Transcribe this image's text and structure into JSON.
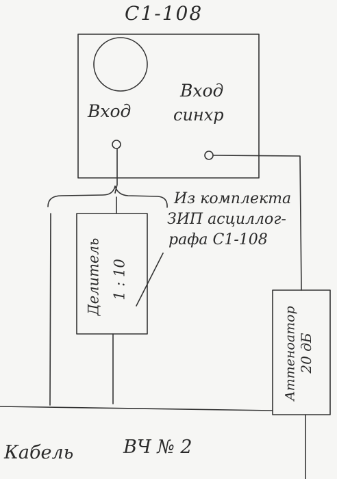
{
  "device": {
    "title": "С1-108",
    "input_label": "Вход",
    "sync_label_line1": "Вход",
    "sync_label_line2": "синхр"
  },
  "kit_note": {
    "line1": "Из комплекта",
    "line2": "ЗИП асциллог-",
    "line3": "рафа С1-108"
  },
  "divider": {
    "label": "Делитель",
    "ratio": "1 : 10"
  },
  "attenuator": {
    "label": "Аттеноатор",
    "value": "20 дБ"
  },
  "cable": {
    "label": "Кабель",
    "id": "ВЧ № 2"
  }
}
